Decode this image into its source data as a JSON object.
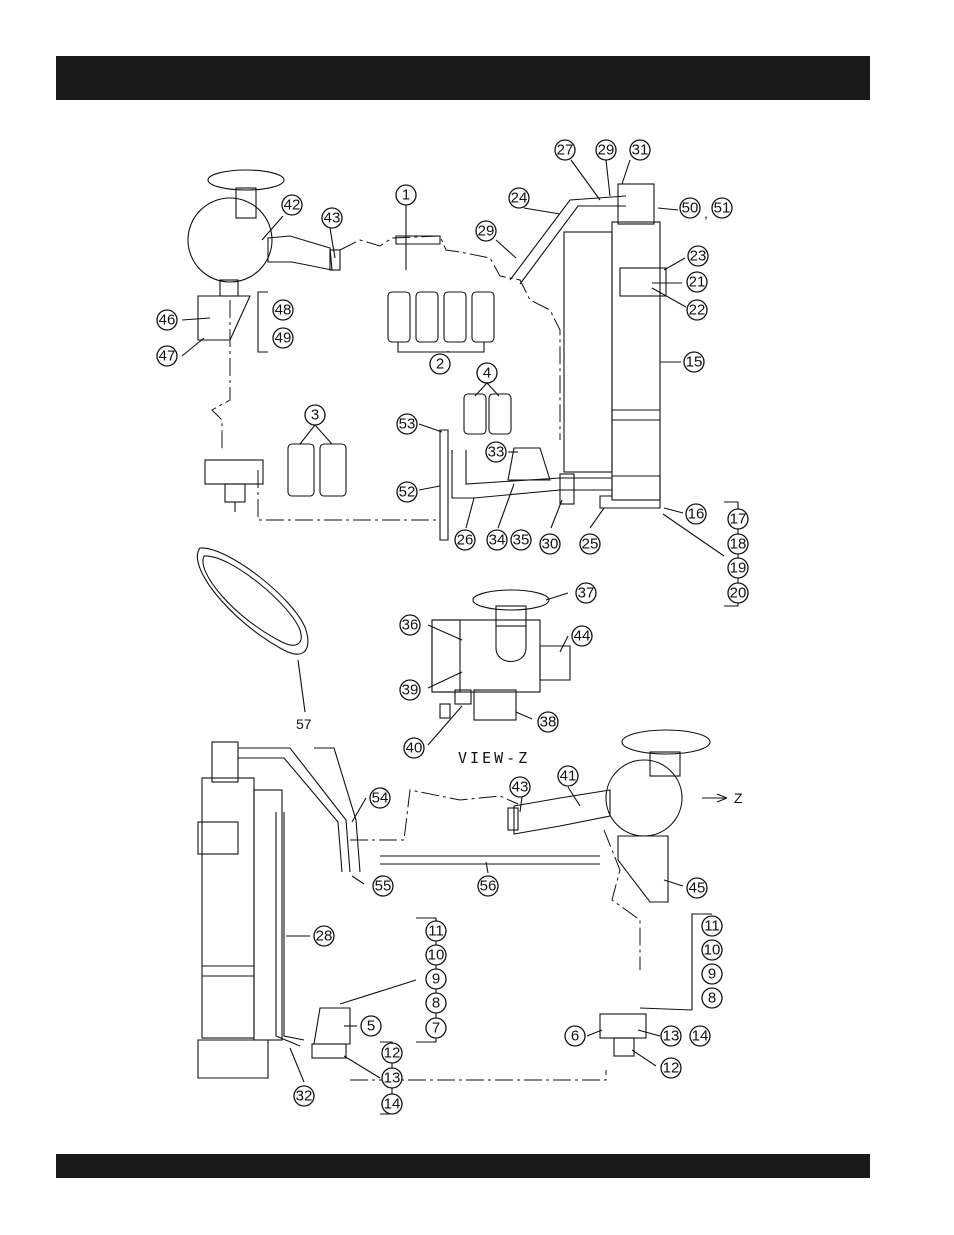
{
  "header": {
    "title": ""
  },
  "footer": {
    "text": ""
  },
  "labels": {
    "view_z": "VIEW-Z",
    "z_marker": "Z",
    "part_57": "57",
    "comma": ","
  },
  "callouts": {
    "c1": "1",
    "c2": "2",
    "c3": "3",
    "c4": "4",
    "c5": "5",
    "c6": "6",
    "c7": "7",
    "c8a": "8",
    "c8b": "8",
    "c9a": "9",
    "c9b": "9",
    "c10a": "10",
    "c10b": "10",
    "c11a": "11",
    "c11b": "11",
    "c12a": "12",
    "c12b": "12",
    "c13a": "13",
    "c13b": "13",
    "c14a": "14",
    "c14b": "14",
    "c15": "15",
    "c16": "16",
    "c17": "17",
    "c18": "18",
    "c19": "19",
    "c20": "20",
    "c21": "21",
    "c22": "22",
    "c23": "23",
    "c24": "24",
    "c25": "25",
    "c26": "26",
    "c27": "27",
    "c28": "28",
    "c29a": "29",
    "c29b": "29",
    "c30": "30",
    "c31": "31",
    "c32": "32",
    "c33": "33",
    "c34": "34",
    "c35": "35",
    "c36": "36",
    "c37": "37",
    "c38": "38",
    "c39": "39",
    "c40": "40",
    "c41": "41",
    "c42": "42",
    "c43a": "43",
    "c43b": "43",
    "c44": "44",
    "c45": "45",
    "c46": "46",
    "c47": "47",
    "c48": "48",
    "c49": "49",
    "c50": "50",
    "c51": "51",
    "c52": "52",
    "c53": "53",
    "c54": "54",
    "c55": "55",
    "c56": "56"
  }
}
